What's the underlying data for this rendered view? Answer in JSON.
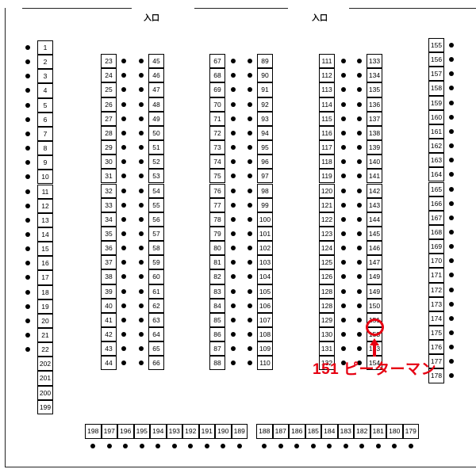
{
  "colors": {
    "highlight": "#e60012",
    "ink": "#000000"
  },
  "entrances": [
    {
      "label": "入口",
      "side": "left"
    },
    {
      "label": "入口",
      "side": "right"
    }
  ],
  "left_column_top": [
    "1",
    "2",
    "3",
    "4",
    "5",
    "6",
    "7",
    "8",
    "9",
    "10",
    "11",
    "12",
    "13",
    "14",
    "15",
    "16",
    "17",
    "18",
    "19",
    "20",
    "21",
    "22"
  ],
  "left_column_bottom": [
    "202",
    "201",
    "200",
    "199"
  ],
  "island_1_left": [
    "23",
    "24",
    "25",
    "26",
    "27",
    "28",
    "29",
    "30",
    "31",
    "32",
    "33",
    "34",
    "35",
    "36",
    "37",
    "38",
    "39",
    "40",
    "41",
    "42",
    "43",
    "44"
  ],
  "island_1_right": [
    "45",
    "46",
    "47",
    "48",
    "49",
    "50",
    "51",
    "52",
    "53",
    "54",
    "55",
    "56",
    "57",
    "58",
    "59",
    "60",
    "61",
    "62",
    "63",
    "64",
    "65",
    "66"
  ],
  "island_2_left": [
    "67",
    "68",
    "69",
    "70",
    "71",
    "72",
    "73",
    "74",
    "75",
    "76",
    "77",
    "78",
    "79",
    "80",
    "81",
    "82",
    "83",
    "84",
    "85",
    "86",
    "87",
    "88"
  ],
  "island_2_right": [
    "89",
    "90",
    "91",
    "92",
    "93",
    "94",
    "95",
    "96",
    "97",
    "98",
    "99",
    "100",
    "101",
    "102",
    "103",
    "104",
    "105",
    "106",
    "107",
    "108",
    "109",
    "110"
  ],
  "island_3_left": [
    "111",
    "112",
    "113",
    "114",
    "115",
    "116",
    "117",
    "118",
    "119",
    "120",
    "121",
    "122",
    "123",
    "124",
    "125",
    "126",
    "128",
    "128",
    "129",
    "130",
    "131",
    "132"
  ],
  "island_3_right": [
    "133",
    "134",
    "135",
    "136",
    "137",
    "138",
    "139",
    "140",
    "141",
    "142",
    "143",
    "144",
    "145",
    "146",
    "147",
    "149",
    "149",
    "150",
    "151",
    "153",
    "153",
    "154"
  ],
  "right_column": [
    "155",
    "156",
    "157",
    "158",
    "159",
    "160",
    "161",
    "162",
    "163",
    "164",
    "165",
    "166",
    "167",
    "168",
    "169",
    "170",
    "171",
    "172",
    "173",
    "174",
    "175",
    "176",
    "177",
    "178"
  ],
  "bottom_row_left": [
    "198",
    "197",
    "196",
    "195",
    "194",
    "193",
    "192",
    "191",
    "190",
    "189"
  ],
  "bottom_row_right": [
    "188",
    "187",
    "186",
    "185",
    "184",
    "183",
    "182",
    "181",
    "180",
    "179"
  ],
  "highlight": {
    "booth": "151",
    "callout": "151 ピーターマン"
  }
}
